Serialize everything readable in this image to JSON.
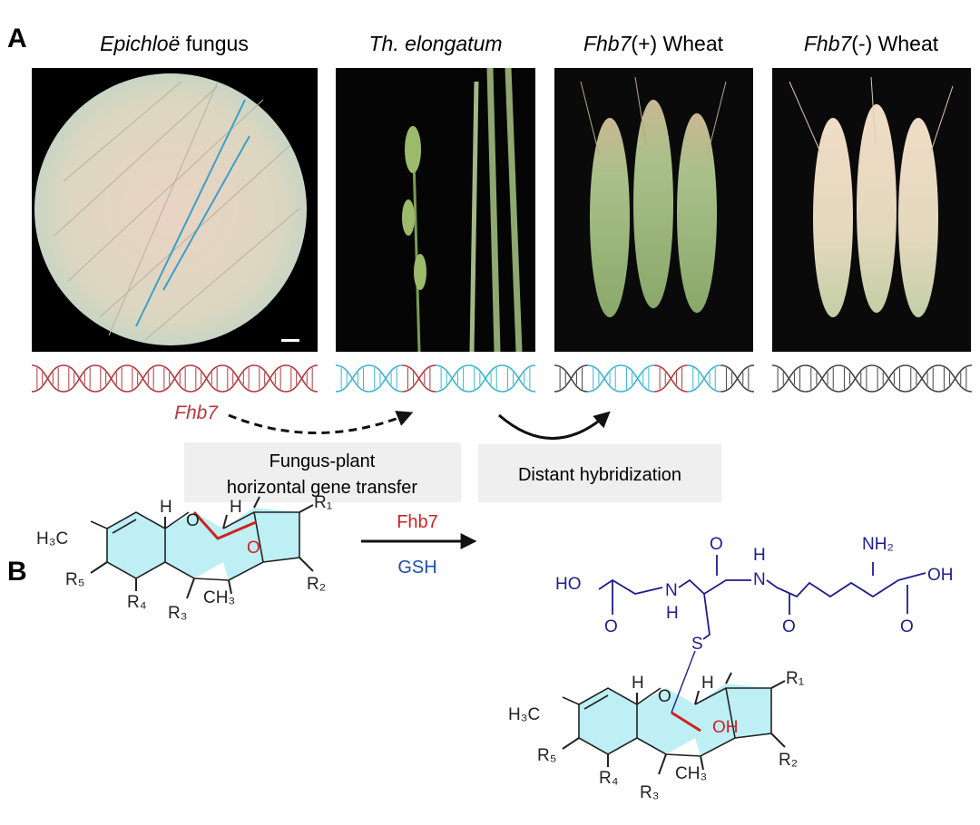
{
  "panel_a": {
    "label": "A",
    "columns": [
      {
        "title_italic": "Epichloë",
        "title_rest": " fungus"
      },
      {
        "title_italic": "Th. elongatum",
        "title_rest": ""
      },
      {
        "title_italic": "Fhb7",
        "title_rest": "(+) Wheat"
      },
      {
        "title_italic": "Fhb7",
        "title_rest": "(-) Wheat"
      }
    ],
    "gene_label": "Fhb7",
    "transfer_box": {
      "line1": "Fungus-plant",
      "line2": "horizontal gene transfer"
    },
    "hybrid_box": "Distant hybridization"
  },
  "panel_b": {
    "label": "B",
    "enzyme": "Fhb7",
    "cofactor": "GSH",
    "substrate_labels": {
      "h3c": "H₃C",
      "h1": "H",
      "o1": "O",
      "h2": "H",
      "r1": "R₁",
      "epox_o": "O",
      "r5": "R₅",
      "r4": "R₄",
      "r3": "R₃",
      "ch3": "CH₃",
      "r2": "R₂"
    },
    "product_labels": {
      "h3c": "H₃C",
      "h1": "H",
      "o1": "O",
      "h2": "H",
      "r1": "R₁",
      "oh": "OH",
      "r5": "R₅",
      "r4": "R₄",
      "r3": "R₃",
      "ch3": "CH₃",
      "r2": "R₂"
    },
    "gsh_labels": {
      "ho": "HO",
      "o1": "O",
      "nh1_n": "N",
      "nh1_h": "H",
      "o2": "O",
      "nh2_h": "H",
      "nh2_n": "N",
      "o3": "O",
      "nh2": "NH₂",
      "oh": "OH",
      "o4": "O",
      "s": "S"
    }
  },
  "colors": {
    "red": "#b5373c",
    "blue": "#3ab4d4",
    "dark": "#444444",
    "gsh": "#1d1d8f",
    "ring_fill": "#bdeff4"
  }
}
